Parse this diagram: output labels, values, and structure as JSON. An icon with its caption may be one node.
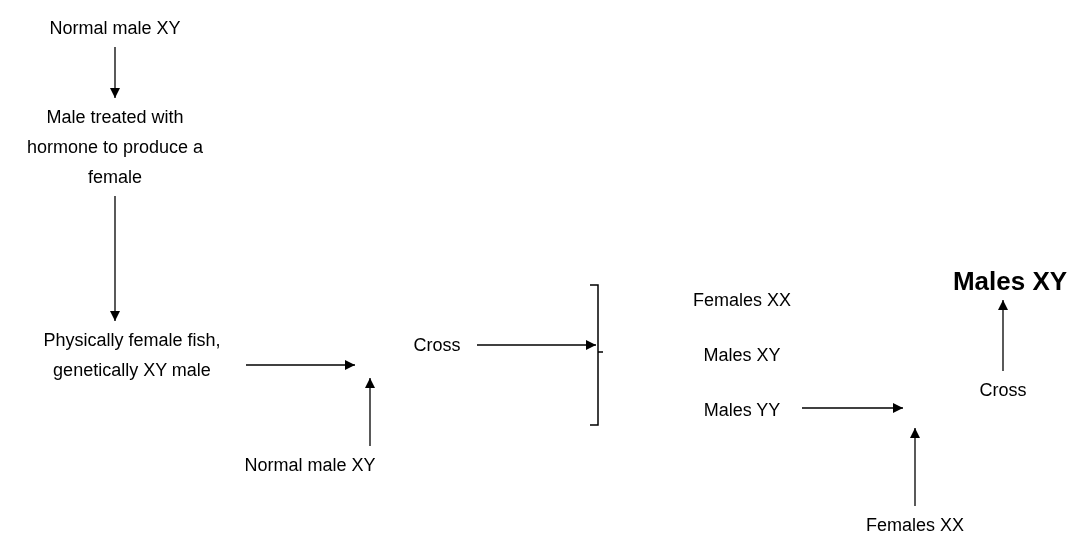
{
  "diagram": {
    "nodes": [
      {
        "text": [
          "Normal male XY"
        ]
      },
      {
        "text": [
          "Male treated with hormone to produce a female"
        ]
      },
      {
        "text": [
          "Physically female fish, genetically XY male"
        ]
      },
      {
        "text": [
          "Cross"
        ]
      },
      {
        "text": [
          "Normal male XY"
        ]
      },
      {
        "text": [
          "Females XX"
        ]
      },
      {
        "text": [
          "Males XY"
        ]
      },
      {
        "text": [
          "Males YY"
        ]
      },
      {
        "text": [
          "Cross"
        ]
      },
      {
        "text": [
          "Males XY"
        ]
      },
      {
        "text": [
          "Females XX"
        ]
      }
    ],
    "edges": [
      {
        "from": 0,
        "to": 1,
        "arrow": "to"
      },
      {
        "from": 1,
        "to": 2,
        "arrow": "to"
      },
      {
        "from": 2,
        "to": null,
        "arrow": "to"
      },
      {
        "from": 4,
        "to": null,
        "arrow": "to"
      },
      {
        "from": 3,
        "to": null,
        "arrow": "to"
      },
      {
        "from": 7,
        "to": null,
        "arrow": "to"
      },
      {
        "from": 10,
        "to": null,
        "arrow": "to"
      },
      {
        "from": 8,
        "to": 9,
        "arrow": "to"
      }
    ]
  }
}
